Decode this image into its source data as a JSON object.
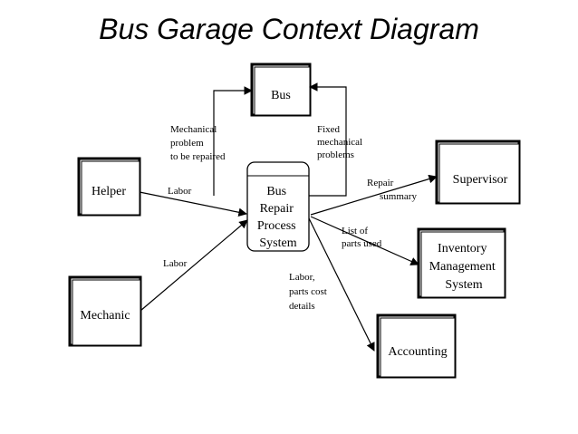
{
  "title": "Bus Garage Context Diagram",
  "process": {
    "lines": [
      "Bus",
      "Repair",
      "Process",
      "System"
    ]
  },
  "entities": {
    "bus": {
      "lines": [
        "Bus"
      ]
    },
    "helper": {
      "lines": [
        "Helper"
      ]
    },
    "mechanic": {
      "lines": [
        "Mechanic"
      ]
    },
    "supervisor": {
      "lines": [
        "Supervisor"
      ]
    },
    "inventory": {
      "lines": [
        "Inventory",
        "Management",
        "System"
      ]
    },
    "accounting": {
      "lines": [
        "Accounting"
      ]
    }
  },
  "flows": {
    "mechanical_problem": {
      "lines": [
        "Mechanical",
        "problem",
        "to be repaired"
      ]
    },
    "fixed_problems": {
      "lines": [
        "Fixed",
        "mechanical",
        "problems"
      ]
    },
    "labor_helper": {
      "lines": [
        "Labor"
      ]
    },
    "labor_mechanic": {
      "lines": [
        "Labor"
      ]
    },
    "repair_summary": {
      "lines": [
        "Repair",
        "summary"
      ]
    },
    "parts_used": {
      "lines": [
        "List of",
        "parts used"
      ]
    },
    "labor_parts_cost": {
      "lines": [
        "Labor,",
        "parts cost",
        "details"
      ]
    }
  }
}
